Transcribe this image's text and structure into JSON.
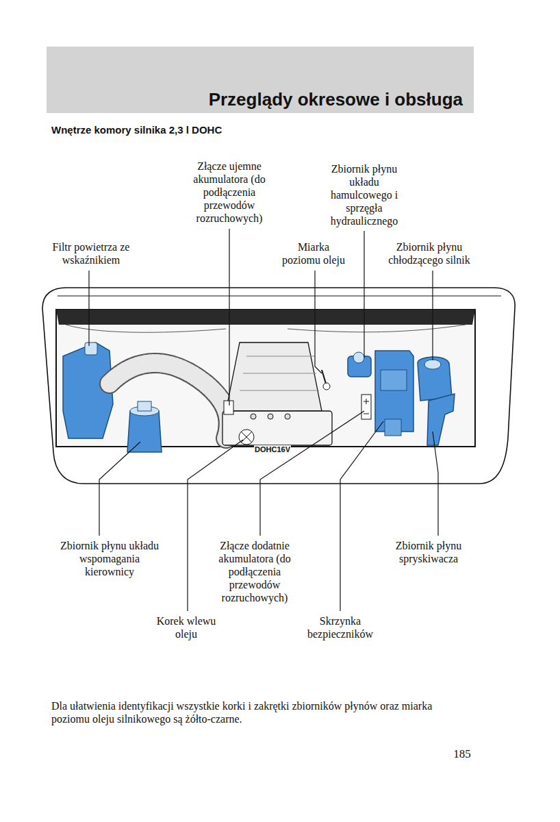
{
  "diagram": {
    "title": "Wnętrze komory silnika 2,3 l DOHC",
    "caption": "Dla ułatwienia identyfikacji wszystkie korki i zakrętki zbiorników płynów oraz miarka poziomu oleju silnikowego są żółto-czarne.",
    "nodes": [
      {
        "text": [
          "Przeglądy okresowe i obsługa"
        ]
      }
    ],
    "labels": [
      "Złącze ujemne akumulatora (do podłączenia przewodów rozruchowych)",
      "Zbiornik płynu układu hamulcowego i sprzęgła hydraulicznego",
      "Filtr powietrza ze wskaźnikiem",
      "Miarka poziomu oleju",
      "Zbiornik płynu chłodzącego silnik",
      "Zbiornik płynu układu wspomagania kierownicy",
      "Złącze dodatnie akumulatora (do podłączenia przewodów rozruchowych)",
      "Zbiornik płynu spryskiwacza",
      "Korek wlewu oleju",
      "Skrzynka bezpieczników",
      "DOHC16V",
      "185"
    ]
  }
}
